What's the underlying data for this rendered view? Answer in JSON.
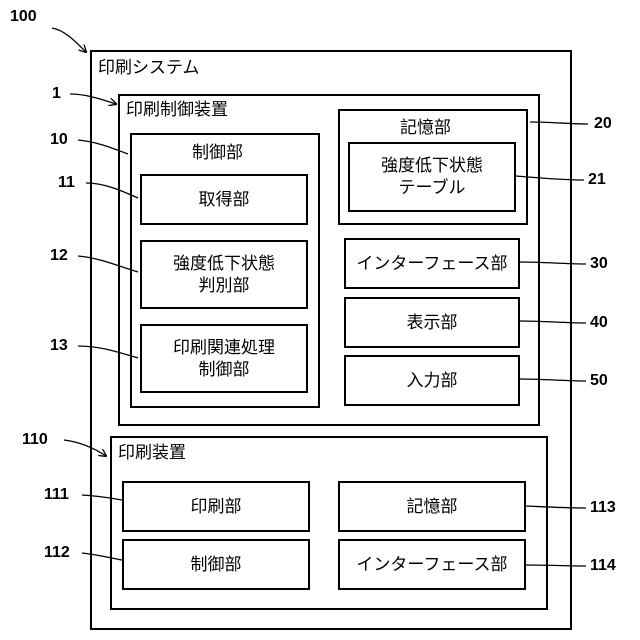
{
  "system": {
    "ref": "100",
    "title": "印刷システム"
  },
  "controller": {
    "ref": "1",
    "title": "印刷制御装置",
    "control": {
      "ref": "10",
      "title": "制御部",
      "acquire": {
        "ref": "11",
        "label": "取得部"
      },
      "judge": {
        "ref": "12",
        "label_line1": "強度低下状態",
        "label_line2": "判別部"
      },
      "print_proc": {
        "ref": "13",
        "label_line1": "印刷関連処理",
        "label_line2": "制御部"
      }
    },
    "storage": {
      "ref": "20",
      "title": "記憶部",
      "table": {
        "ref": "21",
        "label_line1": "強度低下状態",
        "label_line2": "テーブル"
      }
    },
    "interface": {
      "ref": "30",
      "label": "インターフェース部"
    },
    "display": {
      "ref": "40",
      "label": "表示部"
    },
    "input": {
      "ref": "50",
      "label": "入力部"
    }
  },
  "printer": {
    "ref": "110",
    "title": "印刷装置",
    "print_unit": {
      "ref": "111",
      "label": "印刷部"
    },
    "control": {
      "ref": "112",
      "label": "制御部"
    },
    "storage": {
      "ref": "113",
      "label": "記憶部"
    },
    "interface": {
      "ref": "114",
      "label": "インターフェース部"
    }
  }
}
